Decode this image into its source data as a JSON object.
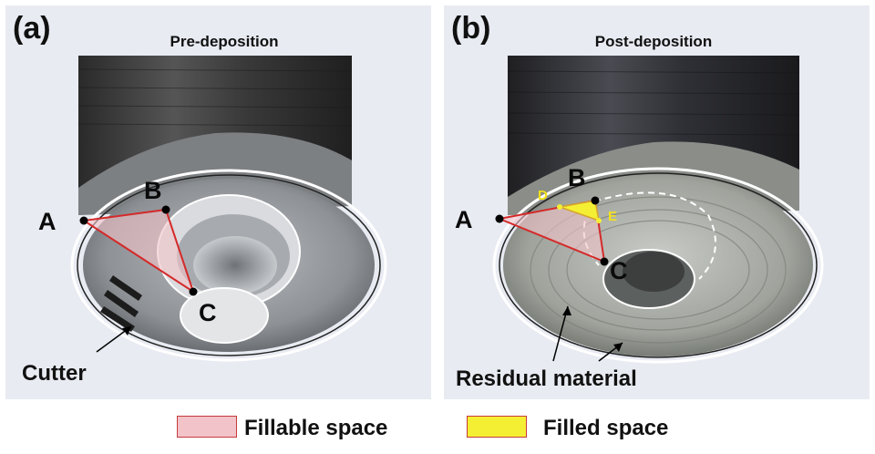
{
  "panels": [
    {
      "tag": "(a)",
      "title": "Pre-deposition",
      "points": {
        "a": "A",
        "b": "B",
        "c": "C"
      },
      "callout": "Cutter"
    },
    {
      "tag": "(b)",
      "title": "Post-deposition",
      "points": {
        "a": "A",
        "b": "B",
        "c": "C",
        "d": "D",
        "e": "E"
      },
      "callout": "Residual material"
    }
  ],
  "legend": [
    {
      "label": "Fillable space",
      "color": "#f2c3c8"
    },
    {
      "label": "Filled space",
      "color": "#f5ef34"
    }
  ],
  "colors": {
    "triangle_stroke": "#d42a2a",
    "triangle_fill": "#f2c3c8",
    "filled_region": "#f5ef34",
    "point_marker": "#000000",
    "outline": "#ffffff",
    "panel_background": "#e8ebf2"
  }
}
